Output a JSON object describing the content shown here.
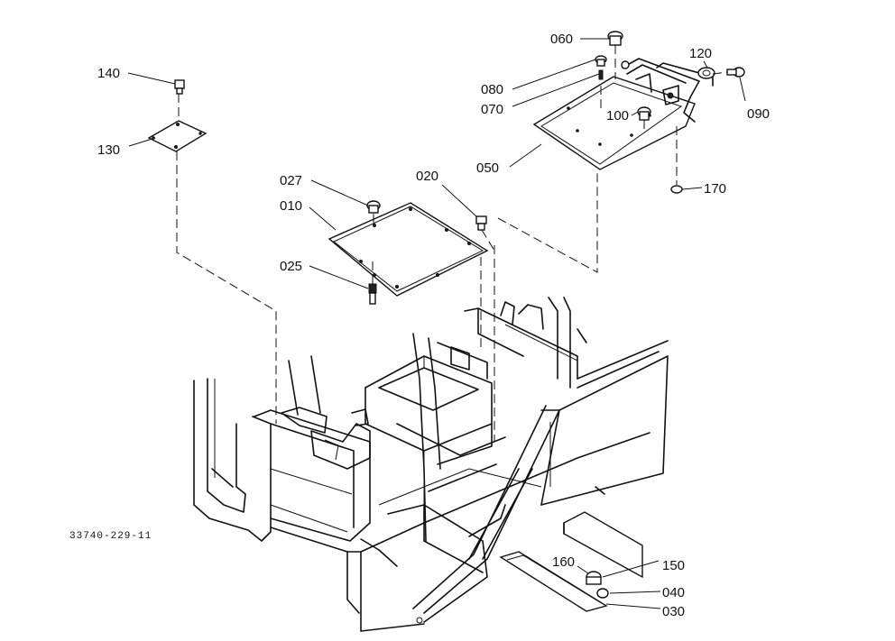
{
  "drawing_code": "33740-229-11",
  "callouts": [
    {
      "id": "c060",
      "label": "060"
    },
    {
      "id": "c080",
      "label": "080"
    },
    {
      "id": "c070",
      "label": "070"
    },
    {
      "id": "c120",
      "label": "120"
    },
    {
      "id": "c090",
      "label": "090"
    },
    {
      "id": "c100",
      "label": "100"
    },
    {
      "id": "c050",
      "label": "050"
    },
    {
      "id": "c170",
      "label": "170"
    },
    {
      "id": "c140",
      "label": "140"
    },
    {
      "id": "c130",
      "label": "130"
    },
    {
      "id": "c027",
      "label": "027"
    },
    {
      "id": "c020",
      "label": "020"
    },
    {
      "id": "c010",
      "label": "010"
    },
    {
      "id": "c025",
      "label": "025"
    },
    {
      "id": "c160",
      "label": "160"
    },
    {
      "id": "c150",
      "label": "150"
    },
    {
      "id": "c040",
      "label": "040"
    },
    {
      "id": "c030",
      "label": "030"
    }
  ]
}
